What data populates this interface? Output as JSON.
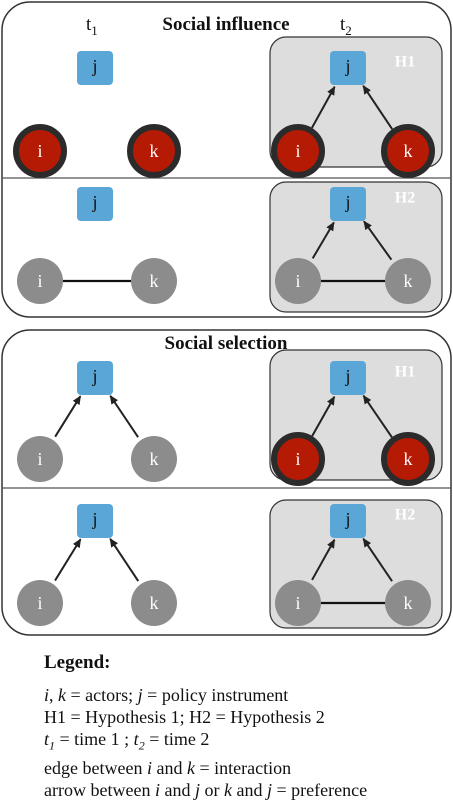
{
  "colors": {
    "node_gray": "#8c8c8c",
    "node_red": "#b51a05",
    "node_red_ring": "#2b2b2b",
    "node_blue": "#5aa6d6",
    "panel_gray": "#dddddd",
    "outline": "#333333"
  },
  "time_labels": {
    "t1_base": "t",
    "t1_sub": "1",
    "t2_base": "t",
    "t2_sub": "2"
  },
  "sections": [
    {
      "title": "Social influence",
      "rows": [
        {
          "hypothesis": "H1",
          "t1": {
            "i_label": "i",
            "k_label": "k",
            "j_label": "j",
            "i_state": "red",
            "k_state": "red",
            "edge_ik": false,
            "arrows_to_j": false
          },
          "t2": {
            "i_label": "i",
            "k_label": "k",
            "j_label": "j",
            "i_state": "red",
            "k_state": "red",
            "edge_ik": false,
            "arrows_to_j": true
          }
        },
        {
          "hypothesis": "H2",
          "t1": {
            "i_label": "i",
            "k_label": "k",
            "j_label": "j",
            "i_state": "gray",
            "k_state": "gray",
            "edge_ik": true,
            "arrows_to_j": false
          },
          "t2": {
            "i_label": "i",
            "k_label": "k",
            "j_label": "j",
            "i_state": "gray",
            "k_state": "gray",
            "edge_ik": true,
            "arrows_to_j": true
          }
        }
      ]
    },
    {
      "title": "Social selection",
      "rows": [
        {
          "hypothesis": "H1",
          "t1": {
            "i_label": "i",
            "k_label": "k",
            "j_label": "j",
            "i_state": "gray",
            "k_state": "gray",
            "edge_ik": false,
            "arrows_to_j": true
          },
          "t2": {
            "i_label": "i",
            "k_label": "k",
            "j_label": "j",
            "i_state": "red",
            "k_state": "red",
            "edge_ik": false,
            "arrows_to_j": true
          }
        },
        {
          "hypothesis": "H2",
          "t1": {
            "i_label": "i",
            "k_label": "k",
            "j_label": "j",
            "i_state": "gray",
            "k_state": "gray",
            "edge_ik": false,
            "arrows_to_j": true
          },
          "t2": {
            "i_label": "i",
            "k_label": "k",
            "j_label": "j",
            "i_state": "gray",
            "k_state": "gray",
            "edge_ik": true,
            "arrows_to_j": true
          }
        }
      ]
    }
  ],
  "legend": {
    "title": "Legend:",
    "line1": {
      "i": "i",
      "sep": ", ",
      "k": "k",
      "mid": " = actors; ",
      "j": "j",
      "rest": " = policy instrument"
    },
    "line2": "H1 = Hypothesis 1; H2 = Hypothesis 2",
    "line3": {
      "t1": "t",
      "t1_sub": "1",
      "mid": " = time 1 ; ",
      "t2": "t",
      "t2_sub": "2",
      "rest": " = time 2"
    },
    "line4": {
      "pre": "edge between ",
      "i": "i",
      "mid": " and ",
      "k": "k",
      "rest": " = interaction"
    },
    "line5": {
      "pre": "arrow between ",
      "i": "i",
      "mid1": " and ",
      "j": "j",
      "mid2": " or ",
      "k": "k",
      "mid3": " and ",
      "j2": "j",
      "rest": " = preference"
    }
  }
}
